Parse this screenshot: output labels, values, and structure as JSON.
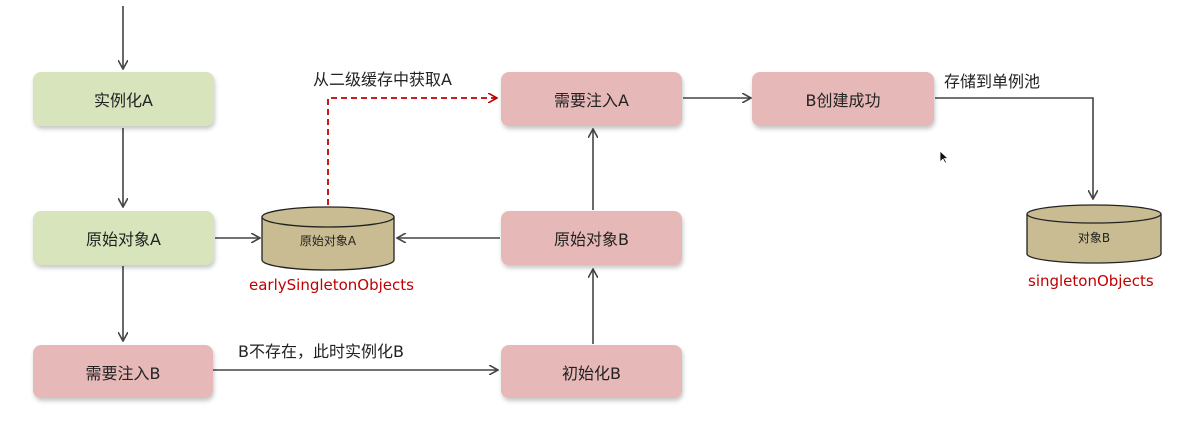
{
  "nodes": {
    "instantiate_a": "实例化A",
    "raw_object_a": "原始对象A",
    "inject_b": "需要注入B",
    "inject_a": "需要注入A",
    "b_created": "B创建成功",
    "raw_object_b": "原始对象B",
    "init_b": "初始化B"
  },
  "databases": {
    "early_db_text": "原始对象A",
    "early_db_caption": "earlySingletonObjects",
    "singleton_db_text": "对象B",
    "singleton_db_caption": "singletonObjects"
  },
  "edge_labels": {
    "from_second_cache": "从二级缓存中获取A",
    "store_to_pool": "存储到单例池",
    "b_not_exist": "B不存在，此时实例化B"
  },
  "colors": {
    "green_box": "#d7e4bc",
    "red_box": "#e6b9b8",
    "db_fill": "#c9bc92",
    "arrow": "#444444",
    "dashed_arrow": "#c00000",
    "caption_red": "#c00000"
  }
}
